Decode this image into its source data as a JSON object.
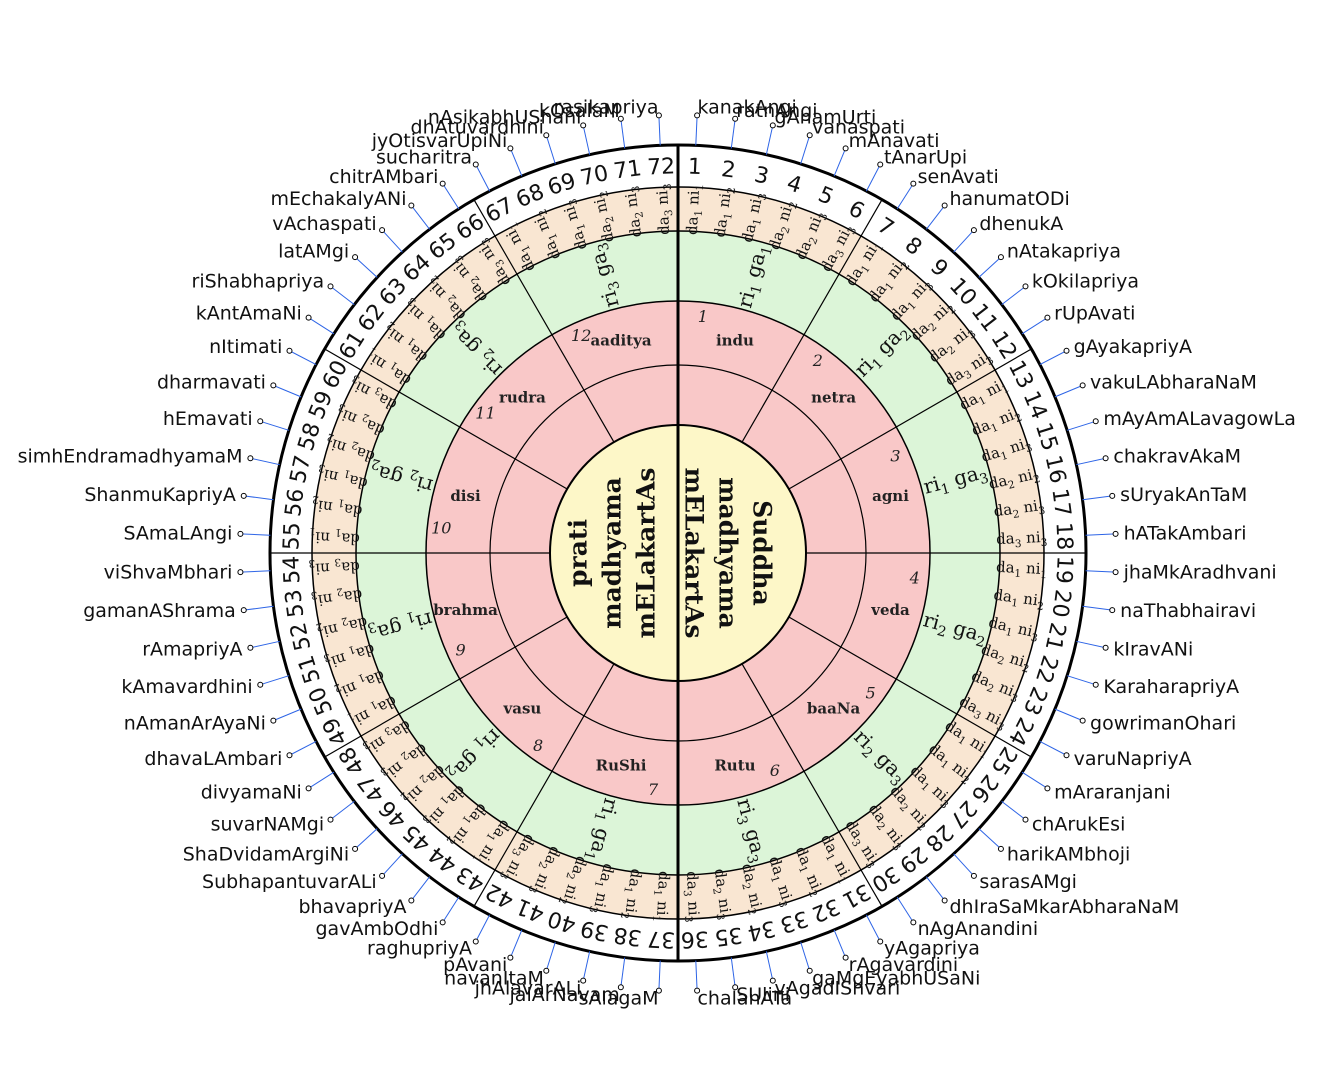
{
  "ragas": [
    "kanakAngi",
    "ratnAngi",
    "gAnamUrti",
    "vanaspati",
    "mAnavati",
    "tAnarUpi",
    "senAvati",
    "hanumatODi",
    "dhenukA",
    "nAtakapriya",
    "kOkilapriya",
    "rUpAvati",
    "gAyakapriyA",
    "vakuLAbharaNaM",
    "mAyAmALavagowLa",
    "chakravAkaM",
    "sUryakAnTaM",
    "hATakAmbari",
    "jhaMkAradhvani",
    "naThabhairavi",
    "kIravANi",
    "KaraharapriyA",
    "gowrimanOhari",
    "varuNapriyA",
    "mAraranjani",
    "chArukEsi",
    "harikAMbhoji",
    "sarasAMgi",
    "dhIraSaMkarAbharaNaM",
    "nAgAnandini",
    "yAgapriya",
    "rAgavardini",
    "gaMgEyabhUSaNi",
    "vAgadIShvari",
    "SUlini",
    "chalanATa",
    "sAlagaM",
    "jalArNavam",
    "jhAlavarALi",
    "navanItaM",
    "pAvani",
    "raghupriyA",
    "gavAmbOdhi",
    "bhavapriyA",
    "SubhapantuvarALi",
    "ShaDvidamArgiNi",
    "suvarNAMgi",
    "divyamaNi",
    "dhavaLAmbari",
    "nAmanArAyaNi",
    "kAmavardhini",
    "rAmapriyA",
    "gamanAShrama",
    "viShvaMbhari",
    "SAmaLAngi",
    "ShanmuKapriyA",
    "simhEndramadhyamaM",
    "hEmavati",
    "dharmavati",
    "nItimati",
    "kAntAmaNi",
    "riShabhapriya",
    "latAMgi",
    "vAchaspati",
    "mEchakalyANi",
    "chitrAMbari",
    "sucharitra",
    "jyOtisvarUpiNi",
    "dhAtuvardhini",
    "nAsikabhUShani",
    "kOsalaM",
    "rasikapriya"
  ],
  "numbers": [
    "1",
    "2",
    "3",
    "4",
    "5",
    "6",
    "7",
    "8",
    "9",
    "10",
    "11",
    "12",
    "13",
    "14",
    "15",
    "16",
    "17",
    "18",
    "19",
    "20",
    "21",
    "22",
    "23",
    "24",
    "25",
    "26",
    "27",
    "28",
    "29",
    "30",
    "31",
    "32",
    "33",
    "34",
    "35",
    "36",
    "37",
    "38",
    "39",
    "40",
    "41",
    "42",
    "43",
    "44",
    "45",
    "46",
    "47",
    "48",
    "49",
    "50",
    "51",
    "52",
    "53",
    "54",
    "55",
    "56",
    "57",
    "58",
    "59",
    "60",
    "61",
    "62",
    "63",
    "64",
    "65",
    "66",
    "67",
    "68",
    "69",
    "70",
    "71",
    "72"
  ],
  "dani_cycle": [
    "da1 ni1",
    "da1 ni2",
    "da1 ni3",
    "da2 ni2",
    "da2 ni3",
    "da3 ni3"
  ],
  "svara_ring": [
    "ri1 ga1",
    "ri1 ga2",
    "ri1 ga3",
    "ri2 ga2",
    "ri2 ga3",
    "ri3 ga3"
  ],
  "chakras": [
    {
      "num": "1",
      "name": "indu"
    },
    {
      "num": "2",
      "name": "netra"
    },
    {
      "num": "3",
      "name": "agni"
    },
    {
      "num": "4",
      "name": "veda"
    },
    {
      "num": "5",
      "name": "baaNa"
    },
    {
      "num": "6",
      "name": "Rutu"
    },
    {
      "num": "7",
      "name": "RuShi"
    },
    {
      "num": "8",
      "name": "vasu"
    },
    {
      "num": "9",
      "name": "brahma"
    },
    {
      "num": "10",
      "name": "disi"
    },
    {
      "num": "11",
      "name": "rudra"
    },
    {
      "num": "12",
      "name": "aaditya"
    }
  ],
  "center": {
    "right": [
      "Suddha",
      "madhyama",
      "mELakartAs"
    ],
    "left": [
      "prati",
      "madhyama",
      "mELakartAs"
    ]
  },
  "colors": {
    "core": "#fdf7c8",
    "chakra_ring": "#f9c8c8",
    "svara_ring": "#dcf5d8",
    "dani_ring": "#f9e6d2",
    "outer_ring": "#ffffff",
    "leader": "#2d64e6",
    "line": "#000000"
  }
}
